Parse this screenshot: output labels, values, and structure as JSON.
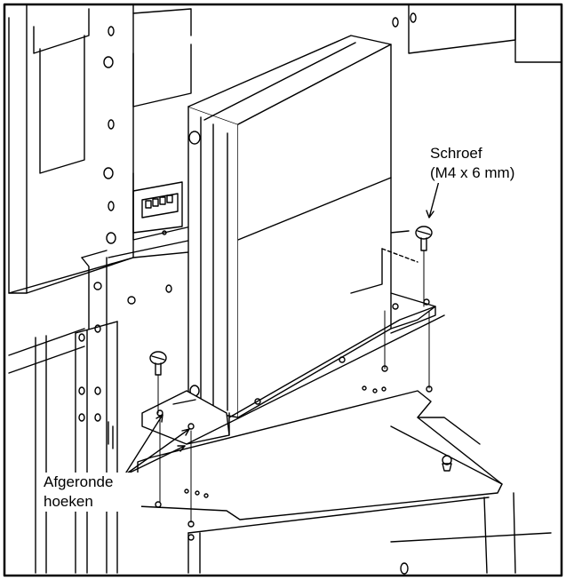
{
  "labels": {
    "screw": {
      "line1": "Schroef",
      "line2": "(M4 x 6 mm)"
    },
    "rounded_corners": {
      "line1": "Afgeronde",
      "line2": "hoeken"
    }
  },
  "colors": {
    "line": "#000000",
    "background": "#ffffff"
  }
}
